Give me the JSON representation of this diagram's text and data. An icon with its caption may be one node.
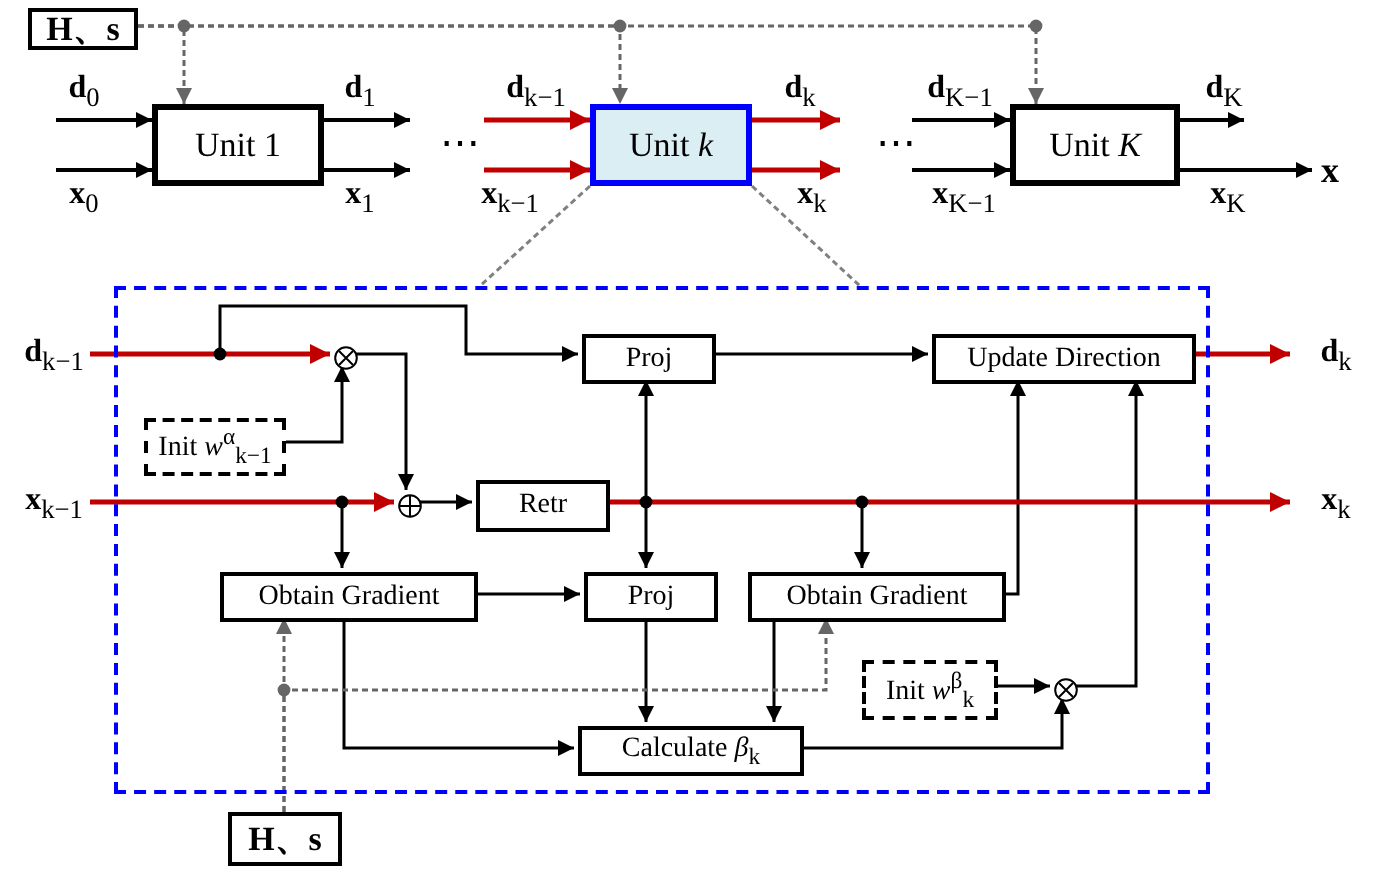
{
  "diagram": {
    "nodes": [
      {
        "text": [
          "H、s"
        ]
      },
      {
        "text": [
          "Unit 1"
        ]
      },
      {
        "text": [
          "Unit *k*"
        ]
      },
      {
        "text": [
          "Unit *K*"
        ]
      },
      {
        "text": [
          "**x**"
        ]
      },
      {
        "text": [],
        "shape": "box"
      },
      {
        "text": [
          "Proj"
        ],
        "in": 5
      },
      {
        "text": [
          "Update Direction"
        ],
        "in": 5
      },
      {
        "text": [],
        "shape": "circle",
        "in": 5
      },
      {
        "text": [
          "Init *w*$^{α}$$_{k−1}$"
        ],
        "in": 5
      },
      {
        "text": [],
        "shape": "circle",
        "in": 5
      },
      {
        "text": [
          "Retr"
        ],
        "in": 5
      },
      {
        "text": [
          "Obtain Gradient"
        ],
        "in": 5
      },
      {
        "text": [
          "Proj"
        ],
        "in": 5
      },
      {
        "text": [
          "Obtain Gradient"
        ],
        "in": 5
      },
      {
        "text": [
          "Init *w*$^{β}$$_{k}$"
        ],
        "in": 5
      },
      {
        "text": [],
        "shape": "circle",
        "in": 5
      },
      {
        "text": [
          "Calculate *β*$_{k}$"
        ],
        "in": 5
      },
      {
        "text": [
          "H、s"
        ]
      }
    ],
    "edges": [
      {
        "from": 0,
        "to": 1,
        "arrow": "to",
        "style": "dashed",
        "color": "#666666"
      },
      {
        "from": 0,
        "to": 2,
        "arrow": "to",
        "style": "dashed",
        "color": "#666666"
      },
      {
        "from": 0,
        "to": 3,
        "arrow": "to",
        "style": "dashed",
        "color": "#666666"
      },
      {
        "from": null,
        "to": 1,
        "arrow": "to",
        "label": "**d**$_{0}$"
      },
      {
        "from": null,
        "to": 1,
        "arrow": "to",
        "label": "**x**$_{0}$"
      },
      {
        "from": 1,
        "to": null,
        "arrow": "to",
        "label": "**d**$_{1}$"
      },
      {
        "from": 1,
        "to": null,
        "arrow": "to",
        "label": "**x**$_{1}$"
      },
      {
        "from": null,
        "to": 2,
        "arrow": "to",
        "label": "**d**$_{k−1}$",
        "color": "#c00000"
      },
      {
        "from": null,
        "to": 2,
        "arrow": "to",
        "label": "**x**$_{k−1}$",
        "color": "#c00000"
      },
      {
        "from": 2,
        "to": null,
        "arrow": "to",
        "label": "**d**$_{k}$",
        "color": "#c00000"
      },
      {
        "from": 2,
        "to": null,
        "arrow": "to",
        "label": "**x**$_{k}$",
        "color": "#c00000"
      },
      {
        "from": null,
        "to": 3,
        "arrow": "to",
        "label": "**d**$_{K−1}$"
      },
      {
        "from": null,
        "to": 3,
        "arrow": "to",
        "label": "**x**$_{K−1}$"
      },
      {
        "from": 3,
        "to": null,
        "arrow": "to",
        "label": "**d**$_{K}$"
      },
      {
        "from": 3,
        "to": 4,
        "arrow": "to",
        "label": "**x**$_{K}$"
      },
      {
        "from": 2,
        "to": 5,
        "arrow": "none",
        "style": "dashed",
        "color": "#808080"
      },
      {
        "from": 2,
        "to": 5,
        "arrow": "none",
        "style": "dashed",
        "color": "#808080"
      },
      {
        "from": null,
        "to": 8,
        "arrow": "to",
        "label": "**d**$_{k−1}$",
        "color": "#c00000"
      },
      {
        "from": null,
        "to": 6,
        "arrow": "to"
      },
      {
        "from": 9,
        "to": 8,
        "arrow": "to"
      },
      {
        "from": 8,
        "to": 10,
        "arrow": "to"
      },
      {
        "from": null,
        "to": 10,
        "arrow": "to",
        "label": "**x**$_{k−1}$",
        "color": "#c00000"
      },
      {
        "from": null,
        "to": 12,
        "arrow": "to"
      },
      {
        "from": 10,
        "to": 11,
        "arrow": "to"
      },
      {
        "from": 11,
        "to": null,
        "arrow": "to",
        "label": "**x**$_{k}$",
        "color": "#c00000"
      },
      {
        "from": 11,
        "to": 6,
        "arrow": "to"
      },
      {
        "from": 11,
        "to": 13,
        "arrow": "to"
      },
      {
        "from": 11,
        "to": 14,
        "arrow": "to"
      },
      {
        "from": 6,
        "to": 7,
        "arrow": "to"
      },
      {
        "from": 7,
        "to": null,
        "arrow": "to",
        "label": "**d**$_{k}$",
        "color": "#c00000"
      },
      {
        "from": 14,
        "to": 7,
        "arrow": "to"
      },
      {
        "from": 16,
        "to": 7,
        "arrow": "to"
      },
      {
        "from": 15,
        "to": 16,
        "arrow": "to"
      },
      {
        "from": 17,
        "to": 16,
        "arrow": "to"
      },
      {
        "from": 12,
        "to": 13,
        "arrow": "to"
      },
      {
        "from": 12,
        "to": 17,
        "arrow": "to"
      },
      {
        "from": 13,
        "to": 17,
        "arrow": "to"
      },
      {
        "from": 14,
        "to": 17,
        "arrow": "to"
      },
      {
        "from": 18,
        "to": 12,
        "arrow": "to",
        "style": "dashed",
        "color": "#666666"
      },
      {
        "from": 18,
        "to": 14,
        "arrow": "to",
        "style": "dashed",
        "color": "#666666"
      }
    ],
    "labels": [
      "⋯",
      "⋯"
    ]
  }
}
